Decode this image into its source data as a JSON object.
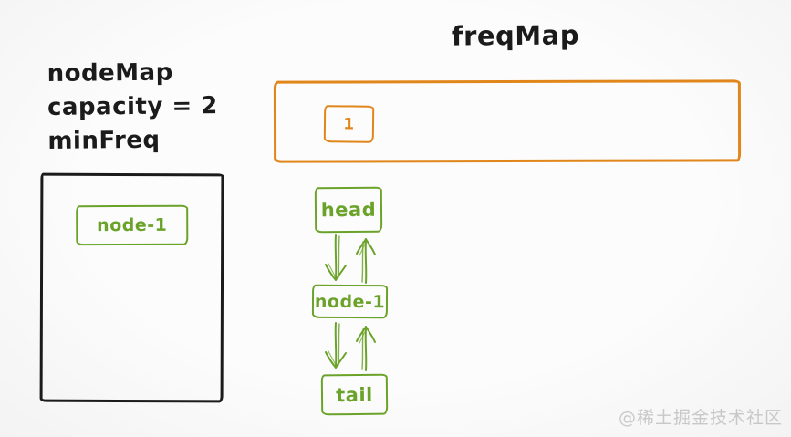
{
  "diagram": {
    "title": "freqMap",
    "info_lines": [
      "nodeMap",
      "capacity = 2",
      "minFreq"
    ],
    "freq_map": {
      "bucket_label": "1"
    },
    "node_map": {
      "node_label": "node-1"
    },
    "linked_list": {
      "nodes": [
        "head",
        "node-1",
        "tail"
      ]
    },
    "watermark": "@稀土掘金技术社区",
    "colors": {
      "orange": "#e1861a",
      "green": "#6ba32a",
      "stroke_black": "#1b1b1b",
      "watermark_gray": "#c8c8c8",
      "background": "#fbfbfb"
    }
  }
}
